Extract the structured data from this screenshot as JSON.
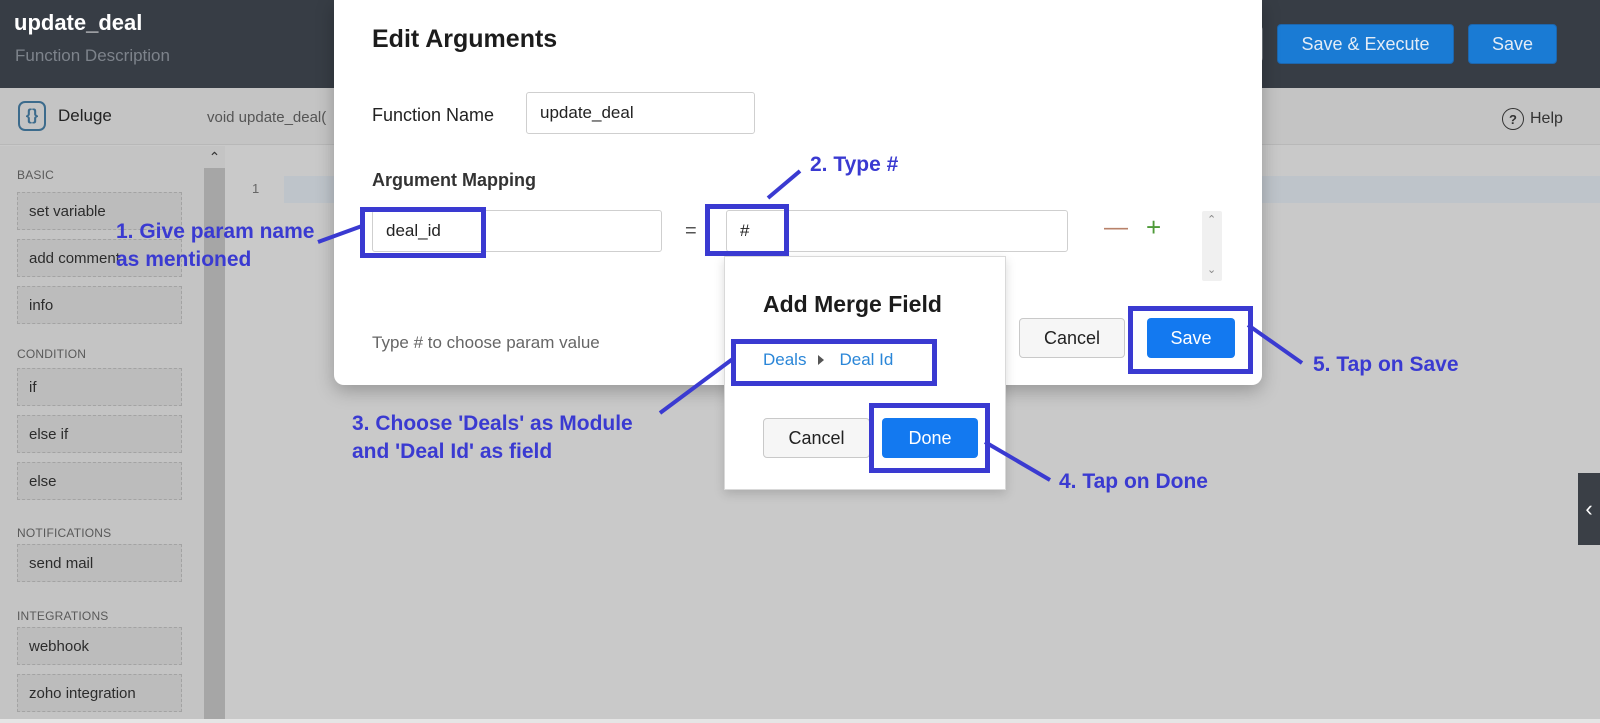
{
  "header": {
    "title": "update_deal",
    "description": "Function Description",
    "save_execute_label": "Save & Execute",
    "save_label": "Save"
  },
  "subbar": {
    "language": "Deluge",
    "signature": "void  update_deal(",
    "help_label": "Help"
  },
  "sidebar": {
    "sections": [
      {
        "title": "BASIC",
        "items": [
          "set variable",
          "add comment",
          "info"
        ]
      },
      {
        "title": "CONDITION",
        "items": [
          "if",
          "else if",
          "else"
        ]
      },
      {
        "title": "NOTIFICATIONS",
        "items": [
          "send mail"
        ]
      },
      {
        "title": "INTEGRATIONS",
        "items": [
          "webhook",
          "zoho integration"
        ]
      }
    ]
  },
  "editor": {
    "line_number": "1"
  },
  "modal": {
    "title": "Edit Arguments",
    "function_name_label": "Function Name",
    "function_name_value": "update_deal",
    "argument_mapping_label": "Argument Mapping",
    "param_name_value": "deal_id",
    "equals": "=",
    "param_value": "#",
    "hint": "Type # to choose param value",
    "cancel_label": "Cancel",
    "save_label": "Save"
  },
  "merge_popup": {
    "title": "Add Merge Field",
    "module": "Deals",
    "field": "Deal Id",
    "cancel_label": "Cancel",
    "done_label": "Done"
  },
  "annotations": {
    "step1": "1. Give param name\nas mentioned",
    "step2": "2. Type #",
    "step3": "3. Choose 'Deals' as Module\nand 'Deal Id' as field",
    "step4": "4. Tap on Done",
    "step5": "5. Tap on Save",
    "color": "#3a3ad1"
  },
  "colors": {
    "header_bg": "#373d45",
    "primary_button": "#1379f0",
    "overlay": "#c9c9c9"
  }
}
